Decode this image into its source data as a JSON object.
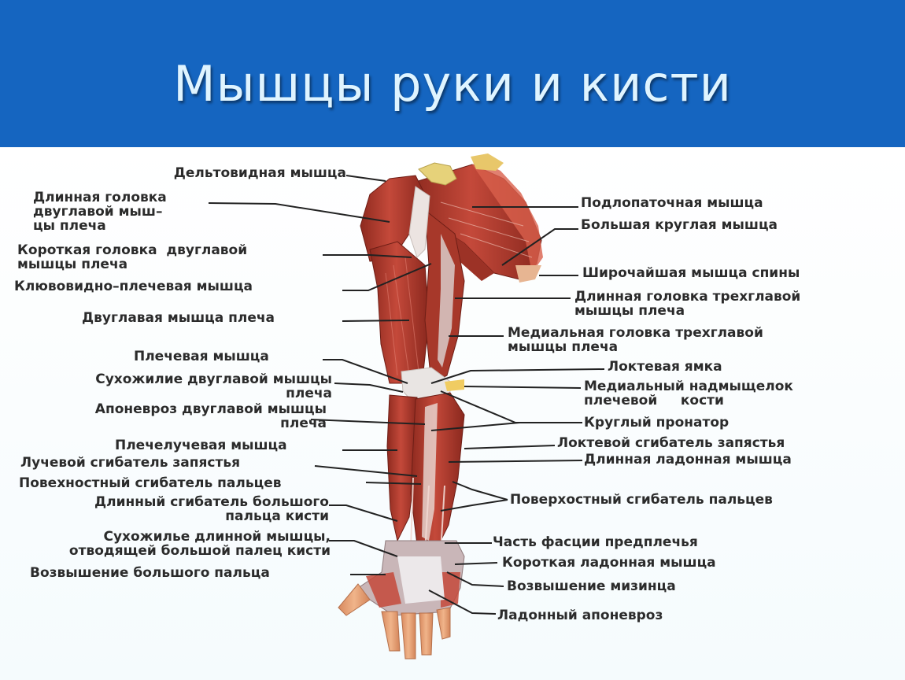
{
  "title": "Мышцы руки и кисти",
  "colors": {
    "header_bg": "#1565c0",
    "title_text": "#dff4ff",
    "muscle": "#b33a2c",
    "tendon": "#e7e2e0",
    "skin": "#e7a77b",
    "leader_line": "#222222"
  },
  "labels_left": [
    {
      "text": "Дельтовидная мышца"
    },
    {
      "text": "Длинная головка\nдвуглавой мыш–\nцы плеча"
    },
    {
      "text": "Короткая головка  двуглавой\nмышцы плеча"
    },
    {
      "text": "Клювовидно–плечевая мышца"
    },
    {
      "text": "Двуглавая мышца плеча"
    },
    {
      "text": "Плечевая мышца"
    },
    {
      "text": "Сухожилие двуглавой мышцы\nплеча"
    },
    {
      "text": "Апоневроз двуглавой мышцы\nплеча"
    },
    {
      "text": "Плечелучевая мышца"
    },
    {
      "text": "Лучевой сгибатель запястья"
    },
    {
      "text": "Повехностный сгибатель пальцев"
    },
    {
      "text": "Длинный сгибатель большого\nпальца кисти"
    },
    {
      "text": "Сухожилье длинной мышцы,\nотводящей большой палец кисти"
    },
    {
      "text": "Возвышение большого пальца"
    }
  ],
  "labels_right": [
    {
      "text": "Подлопаточная мышца"
    },
    {
      "text": "Большая круглая мышца"
    },
    {
      "text": "Широчайшая мышца спины"
    },
    {
      "text": "Длинная головка трехглавой\nмышцы плеча"
    },
    {
      "text": "Медиальная головка трехглавой\nмышцы плеча"
    },
    {
      "text": "Локтевая ямка"
    },
    {
      "text": "Медиальный надмыщелок\nплечевой     кости"
    },
    {
      "text": "Круглый пронатор"
    },
    {
      "text": "Локтевой сгибатель запястья"
    },
    {
      "text": "Длинная ладонная мышца"
    },
    {
      "text": "Поверхостный сгибатель пальцев"
    },
    {
      "text": "Часть фасции предплечья"
    },
    {
      "text": "Короткая ладонная мышца"
    },
    {
      "text": "Возвышение мизинца"
    },
    {
      "text": "Ладонный апоневроз"
    }
  ]
}
